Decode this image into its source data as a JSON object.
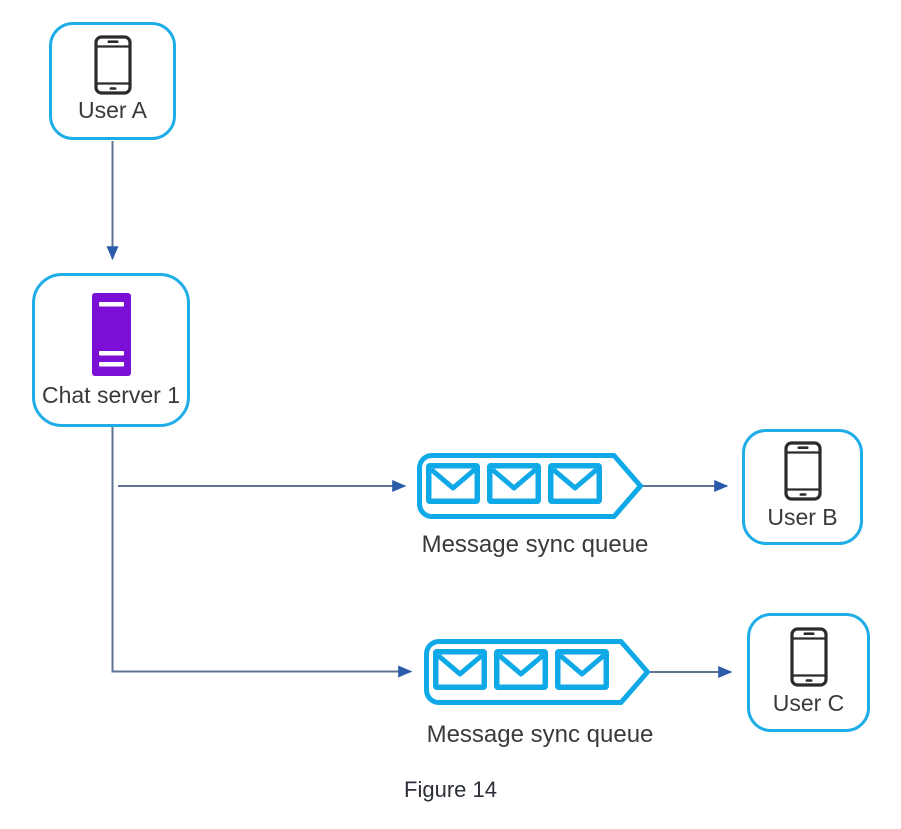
{
  "figure": {
    "caption": "Figure 14"
  },
  "colors": {
    "node_border_cyan": "#1fade8",
    "queue_cyan": "#0fa9e8",
    "server_purple": "#7c0fd5",
    "connector_line": "#5d7394",
    "arrowhead_blue": "#2a5caa",
    "label_text": "#3a3a3a",
    "caption_text": "#2b3038",
    "phone_icon": "#2b2b2b"
  },
  "nodes": {
    "user_a": {
      "label": "User A",
      "icon": "smartphone-icon"
    },
    "chat_server_1": {
      "label": "Chat server 1",
      "icon": "server-icon"
    },
    "user_b": {
      "label": "User B",
      "icon": "smartphone-icon"
    },
    "user_c": {
      "label": "User C",
      "icon": "smartphone-icon"
    },
    "queue_1": {
      "label": "Message sync queue",
      "icon": "message-queue-icon"
    },
    "queue_2": {
      "label": "Message sync queue",
      "icon": "message-queue-icon"
    }
  },
  "edges": [
    {
      "from": "user_a",
      "to": "chat_server_1"
    },
    {
      "from": "chat_server_1",
      "to": "queue_1"
    },
    {
      "from": "chat_server_1",
      "to": "queue_2"
    },
    {
      "from": "queue_1",
      "to": "user_b"
    },
    {
      "from": "queue_2",
      "to": "user_c"
    }
  ]
}
